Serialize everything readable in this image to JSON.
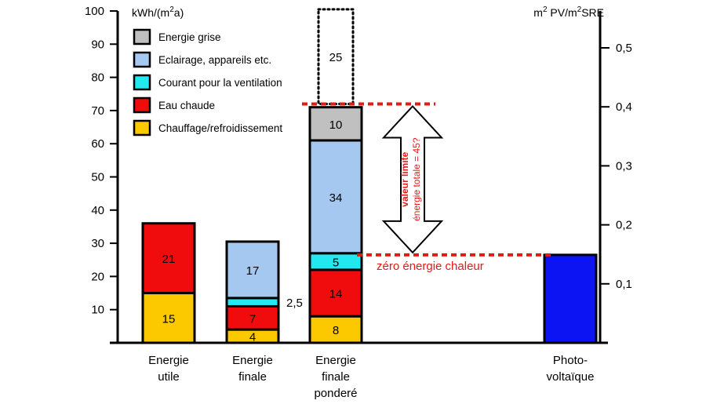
{
  "chart_data": {
    "type": "bar",
    "stacked": true,
    "left_axis": {
      "label": "kWh/(m²a)",
      "label_parts": [
        "kWh/(m",
        "2",
        "a)"
      ],
      "range": [
        0,
        100
      ],
      "ticks": [
        10,
        20,
        30,
        40,
        50,
        60,
        70,
        80,
        90,
        100
      ]
    },
    "right_axis": {
      "label": "m² PV/m²SRE",
      "label_parts": [
        "m",
        "2",
        " PV/m",
        "2",
        "SRE"
      ],
      "range": [
        0,
        0.5625
      ],
      "ticks": [
        {
          "value": 0.1,
          "label": "0,1"
        },
        {
          "value": 0.2,
          "label": "0,2"
        },
        {
          "value": 0.3,
          "label": "0,3"
        },
        {
          "value": 0.4,
          "label": "0,4"
        },
        {
          "value": 0.5,
          "label": "0,5"
        }
      ]
    },
    "legend": {
      "placement": "top-left",
      "entries": [
        {
          "key": "grise",
          "name": "Energie grise",
          "color": "#c0c0c0"
        },
        {
          "key": "eclairage",
          "name": "Eclairage, appareils etc.",
          "color": "#a4c8f0"
        },
        {
          "key": "ventilation",
          "name": "Courant pour la ventilation",
          "color": "#22e8f0"
        },
        {
          "key": "eau",
          "name": "Eau chaude",
          "color": "#f00c0c"
        },
        {
          "key": "chauffage",
          "name": "Chauffage/refroidissement",
          "color": "#fcc800"
        }
      ]
    },
    "categories": [
      {
        "lines": [
          "Energie",
          "utile"
        ]
      },
      {
        "lines": [
          "Energie",
          "finale"
        ]
      },
      {
        "lines": [
          "Energie",
          "finale",
          "ponderé"
        ]
      },
      {
        "lines": [
          "Photo-",
          "voltaïque"
        ]
      }
    ],
    "bars": [
      {
        "segments": [
          {
            "key": "chauffage",
            "value": 15,
            "label": "15"
          },
          {
            "key": "eau",
            "value": 21,
            "label": "21"
          }
        ]
      },
      {
        "segments": [
          {
            "key": "chauffage",
            "value": 4,
            "label": "4"
          },
          {
            "key": "eau",
            "value": 7,
            "label": "7"
          },
          {
            "key": "ventilation",
            "value": 2.5,
            "label": "2,5",
            "label_outside": true
          },
          {
            "key": "eclairage",
            "value": 17,
            "label": "17"
          }
        ]
      },
      {
        "segments": [
          {
            "key": "chauffage",
            "value": 8,
            "label": "8"
          },
          {
            "key": "eau",
            "value": 14,
            "label": "14"
          },
          {
            "key": "ventilation",
            "value": 5,
            "label": "5"
          },
          {
            "key": "eclairage",
            "value": 34,
            "label": "34"
          },
          {
            "key": "grise",
            "value": 10,
            "label": "10"
          }
        ],
        "extra": {
          "value": 25,
          "label": "25",
          "style": "dotted"
        }
      },
      {
        "segments": [
          {
            "key": "pv",
            "value": 26.5,
            "color": "#0c14f4"
          }
        ]
      }
    ],
    "annotations": {
      "upper_limit": {
        "value": 72
      },
      "lower_limit": {
        "value": 26.5,
        "label": "zéro énergie chaleur"
      },
      "arrow_text": [
        "valeur limite",
        "énergie totale = 45?"
      ],
      "line_color": "#e81818"
    },
    "grid": false
  }
}
